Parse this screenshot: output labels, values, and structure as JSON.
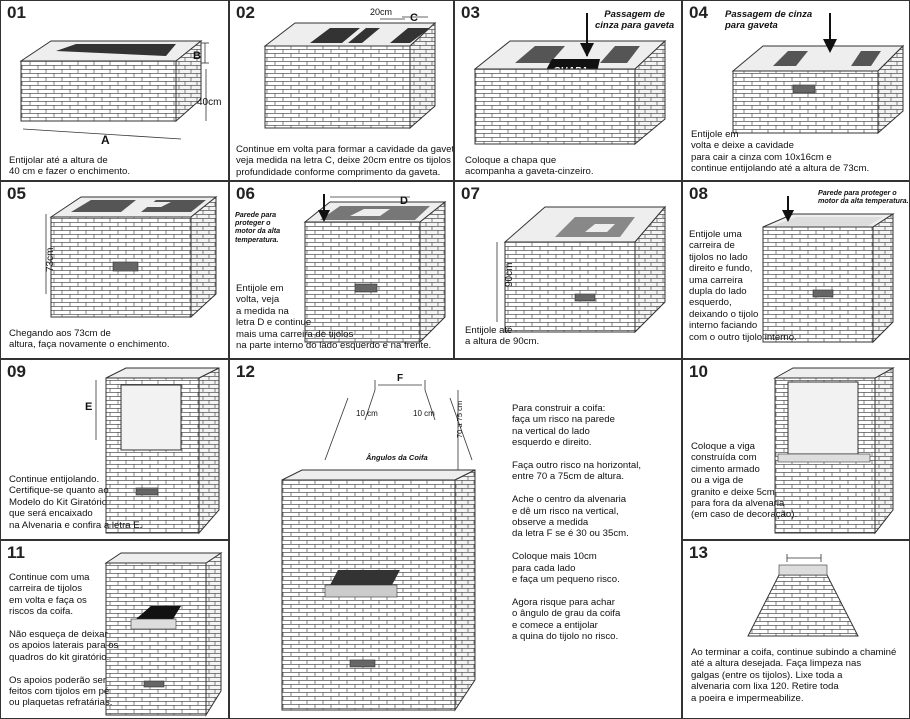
{
  "panels": {
    "p01": {
      "num": "01",
      "labels": {
        "b": "B",
        "h": "40cm",
        "a": "A"
      },
      "caption": [
        "Entijolar até a altura de",
        "40 cm e fazer o enchimento."
      ]
    },
    "p02": {
      "num": "02",
      "labels": {
        "gap": "20cm",
        "c": "C"
      },
      "caption": [
        "Continue em volta para formar a cavidade da gaveta,",
        "veja medida na letra C, deixe 20cm entre os tijolos e",
        "profundidade conforme comprimento da gaveta."
      ]
    },
    "p03": {
      "num": "03",
      "callout": [
        "Passagem de",
        "cinza para gaveta"
      ],
      "chapa": "CHAPA",
      "caption": [
        "Coloque a chapa que",
        "acompanha a gaveta-cinzeiro."
      ]
    },
    "p04": {
      "num": "04",
      "callout": [
        "Passagem de cinza",
        "para gaveta"
      ],
      "caption": [
        "Entijole em",
        "volta e deixe a cavidade",
        "para cair a cinza com 10x16cm e",
        "continue entijolando até a altura de 73cm."
      ]
    },
    "p05": {
      "num": "05",
      "labels": {
        "h": "73cm"
      },
      "caption": [
        "Chegando aos 73cm de",
        "altura, faça novamente o enchimento."
      ]
    },
    "p06": {
      "num": "06",
      "callout": [
        "Parede para",
        "proteger o",
        "motor da alta",
        "temperatura."
      ],
      "labels": {
        "d": "D"
      },
      "caption": [
        "Entijole em",
        "volta, veja",
        "a medida na",
        "letra D e continue",
        "mais uma carreira de tijolos",
        "na parte interno do lado esquerdo e na frente."
      ]
    },
    "p07": {
      "num": "07",
      "labels": {
        "h": "90cm"
      },
      "caption": [
        "Entijole até",
        "a altura de 90cm."
      ]
    },
    "p08": {
      "num": "08",
      "callout": [
        "Parede para proteger o",
        "motor da alta temperatura."
      ],
      "caption": [
        "Entijole uma",
        "carreira de",
        "tijolos no lado",
        "direito e fundo,",
        "uma carreira",
        "dupla do lado",
        "esquerdo,",
        "deixando o tijolo",
        "interno faciando",
        "com o outro tijolo interno."
      ]
    },
    "p09": {
      "num": "09",
      "labels": {
        "e": "E"
      },
      "caption": [
        "Continue entijolando.",
        "Certifique-se quanto ao",
        "Modelo do Kit Giratório",
        "que será encaixado",
        "na Alvenaria e confira a letra E."
      ]
    },
    "p10": {
      "num": "10",
      "caption": [
        "Coloque a viga",
        "construída com",
        "cimento armado",
        "ou a viga de",
        "granito e deixe 5cm",
        "para fora da alvenaria",
        "(em caso de decoração)."
      ]
    },
    "p11": {
      "num": "11",
      "caption": [
        "Continue com uma",
        "carreira de tijolos",
        "em volta e faça os",
        "riscos da coifa.",
        "",
        "Não esqueça de deixar",
        "os apoios laterais para os",
        "quadros do kit giratório.",
        "",
        "Os apoios poderão ser",
        "feitos com tijolos em pé",
        "ou plaquetas refratárias."
      ]
    },
    "p12": {
      "num": "12",
      "labels": {
        "f": "F",
        "left10": "10 cm",
        "right10": "10 cm",
        "height": "70 a 75 cm",
        "angles": "Ângulos da Coifa"
      },
      "caption": [
        "Para construir a coifa:",
        "faça um risco na parede",
        "na vertical do lado",
        "esquerdo e direito.",
        "",
        "Faça outro risco na horizontal,",
        "entre 70 a 75cm de altura.",
        "",
        "Ache o centro da alvenaria",
        "e dê um risco na vertical,",
        "observe a medida",
        "da letra F se é 30 ou 35cm.",
        "",
        "Coloque mais 10cm",
        "para cada lado",
        "e faça um pequeno  risco.",
        "",
        "Agora risque para achar",
        "o ângulo de grau da coifa",
        "e comece a entijolar",
        "a quina do tijolo no risco."
      ]
    },
    "p13": {
      "num": "13",
      "caption": [
        "Ao terminar a coifa, continue subindo a chaminé",
        "até a altura desejada. Faça limpeza nas",
        "galgas (entre os tijolos). Lixe toda a",
        "alvenaria com lixa 120. Retire toda",
        "a poeira e impermeabilize."
      ]
    }
  }
}
